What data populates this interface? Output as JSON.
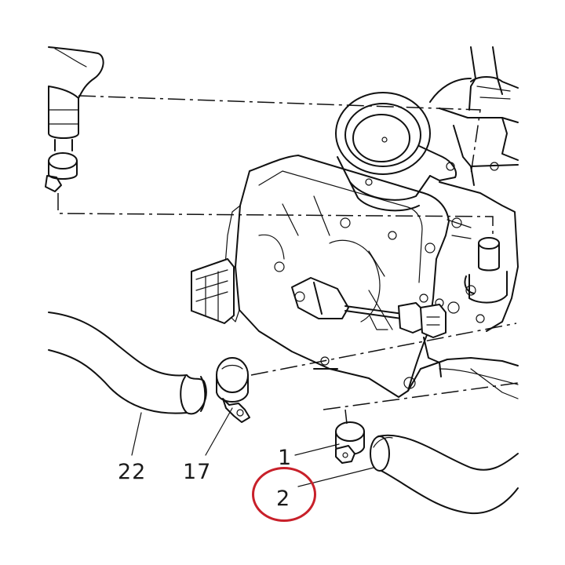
{
  "callouts": {
    "hose_lower_left": "22",
    "clamp_left": "17",
    "clamp_right": "1",
    "hose_right": "2"
  },
  "highlighted_callout": "2",
  "colors": {
    "line": "#111111",
    "background": "#ffffff",
    "highlight_ring": "#c8202a"
  }
}
